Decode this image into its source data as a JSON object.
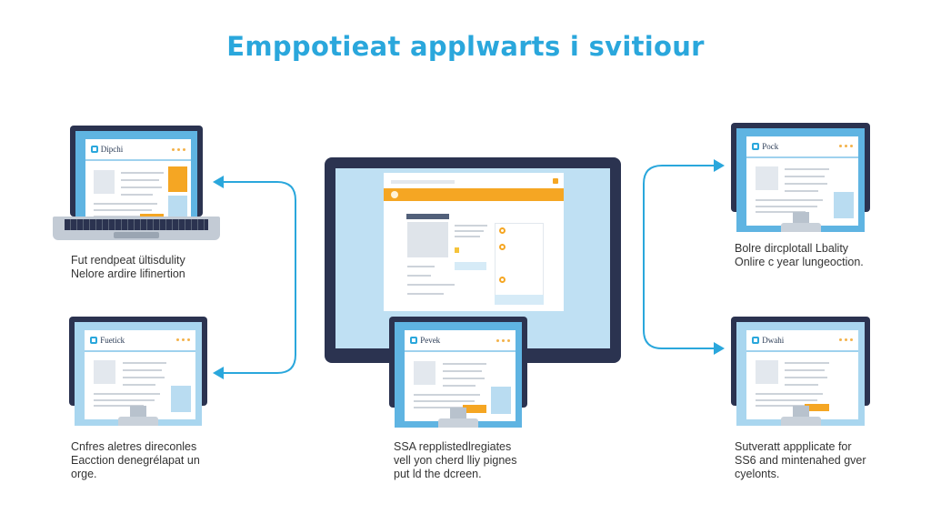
{
  "title": "Emppotieat applwarts i svitiour",
  "colors": {
    "accent": "#2aa7dc",
    "orange": "#f5a623",
    "frame": "#2b3350"
  },
  "devices": [
    {
      "id": "laptop-top-left",
      "logo": "Dipchi",
      "caption": [
        "Fut rendpeat ültisdulity",
        "Nelore ardire lifinertion"
      ]
    },
    {
      "id": "monitor-bottom-left",
      "logo": "Fuetick",
      "caption": [
        "Cnfres aletres direconles",
        "Eacction denegrélapat un",
        "orge."
      ]
    },
    {
      "id": "monitor-bottom-center",
      "logo": "Pevek",
      "caption": [
        "SSA repplistedlregiates",
        "vell yon cherd lliy pignes",
        "put ld the dcreen."
      ]
    },
    {
      "id": "monitor-top-right",
      "logo": "Pock",
      "caption": [
        "Bolre dircplotall Lbality",
        "Onlire c year lungeoction."
      ]
    },
    {
      "id": "monitor-bottom-right",
      "logo": "Dwahi",
      "caption": [
        "Sutveratt appplicate for",
        "SS6 and mintenahed gver",
        "cyelonts."
      ]
    }
  ]
}
